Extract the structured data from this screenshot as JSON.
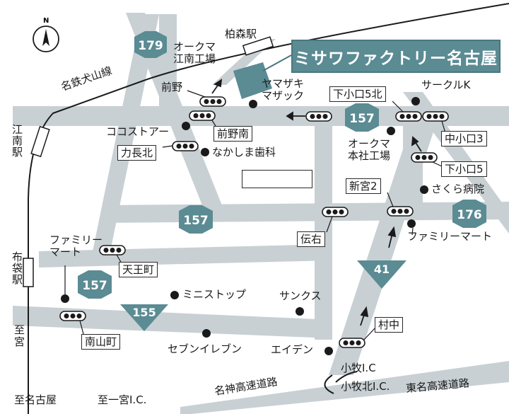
{
  "title": "ミサワファクトリー名古屋",
  "compass": {
    "letter": "N"
  },
  "stations": {
    "kashimori": "柏森駅",
    "konan": "江南駅",
    "hotei": "布袋駅"
  },
  "railway": "名鉄犬山線",
  "routes": {
    "r179": "179",
    "r157_top": "157",
    "r157_mid": "157",
    "r157_left": "157",
    "r155": "155",
    "r176": "176",
    "r41": "41"
  },
  "intersections": {
    "maeno": "前野",
    "maenominami": "前野南",
    "rikinagakita": "力長北",
    "shimokoguchi5kita": "下小口5北",
    "nakakoguchi3": "中小口3",
    "shimokoguchi5": "下小口5",
    "shingu2": "新宮2",
    "denu": "伝右",
    "tennocho": "天王町",
    "minamiyamacho": "南山町",
    "muranaka": "村中"
  },
  "landmarks": {
    "okuma_konan": "オークマ\n江南工場",
    "yamazaki": "ヤマザキ\nマザック",
    "circle_k": "サークルK",
    "cocostore": "ココストアー",
    "nakashima": "なかしま歯科",
    "okuma_honsha": "オークマ\n本社工場",
    "sakura": "さくら病院",
    "familymart_right": "ファミリーマート",
    "familymart_left": "ファミリー\nマート",
    "ministop": "ミニストップ",
    "sunkus": "サンクス",
    "seven": "セブンイレブン",
    "eiden": "エイデン"
  },
  "interchanges": {
    "komaki": "小牧I.C",
    "komakikita": "小牧北I.C.",
    "ichinomiya": "至一宮I.C."
  },
  "expressways": {
    "meishin": "名神高速道路",
    "tomei": "東名高速道路"
  },
  "directions": {
    "nagoya": "至名古屋",
    "ichinomiya_left": "至\n宮"
  }
}
